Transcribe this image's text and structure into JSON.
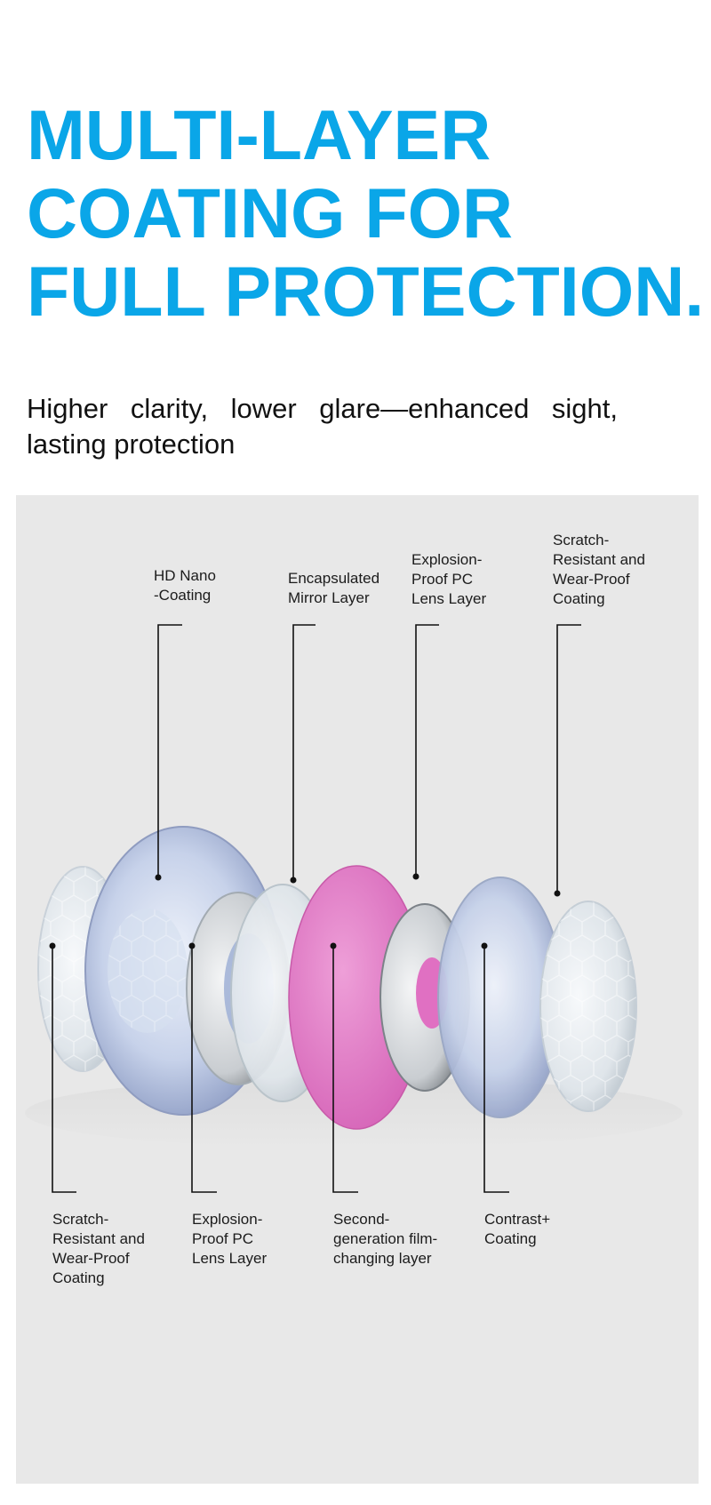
{
  "headline": {
    "line1": "MULTI-LAYER",
    "line2": "COATING FOR",
    "line3": "FULL PROTECTION."
  },
  "subtitle": "Higher clarity, lower glare—enhanced sight, lasting protection",
  "diagram": {
    "top_labels": [
      "HD Nano\n-Coating",
      "Encapsulated\nMirror Layer",
      "Explosion-\nProof PC\nLens Layer",
      "Scratch-\nResistant and\nWear-Proof\nCoating"
    ],
    "bottom_labels": [
      "Scratch-\nResistant and\nWear-Proof\nCoating",
      "Explosion-\nProof PC\nLens Layer",
      "Second-\ngeneration film-\nchanging layer",
      "Contrast+\nCoating"
    ],
    "colors": {
      "accent": "#0aa6e8",
      "panel_bg": "#e8e8e8",
      "pink_layer": "#e07ec4",
      "lens_blue": "#b9c6e0"
    }
  }
}
